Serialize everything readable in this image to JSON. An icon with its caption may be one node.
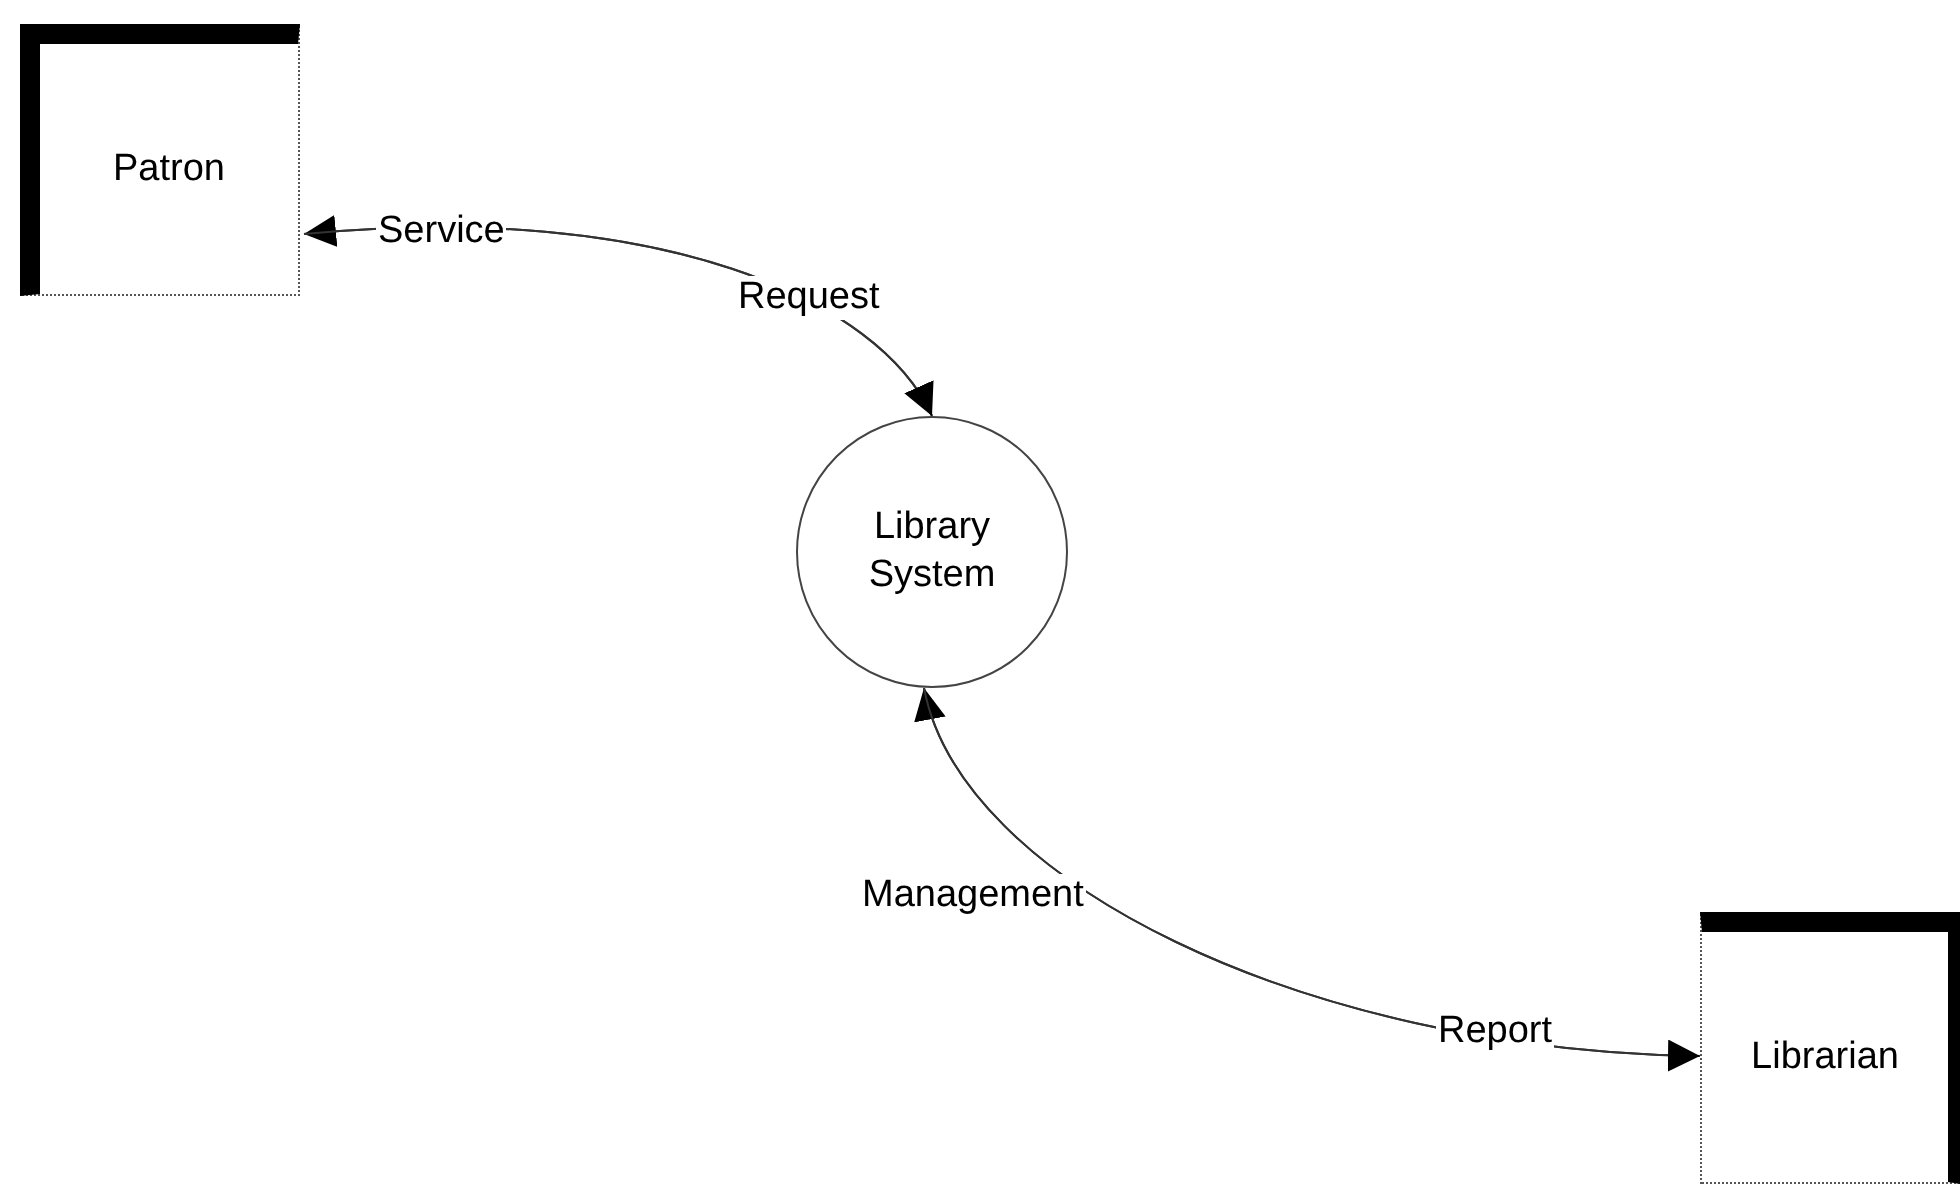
{
  "diagram": {
    "nodes": [
      {
        "text": [
          "Patron"
        ]
      },
      {
        "text": [
          "Library System"
        ]
      },
      {
        "text": [
          "Librarian"
        ]
      }
    ],
    "edges": [
      {
        "from": 1,
        "to": 0,
        "arrow": "to",
        "label": "Service"
      },
      {
        "from": 0,
        "to": 1,
        "arrow": "to",
        "label": "Request"
      },
      {
        "from": 2,
        "to": 1,
        "arrow": "to",
        "label": "Management"
      },
      {
        "from": 1,
        "to": 2,
        "arrow": "to",
        "label": "Report"
      }
    ]
  }
}
